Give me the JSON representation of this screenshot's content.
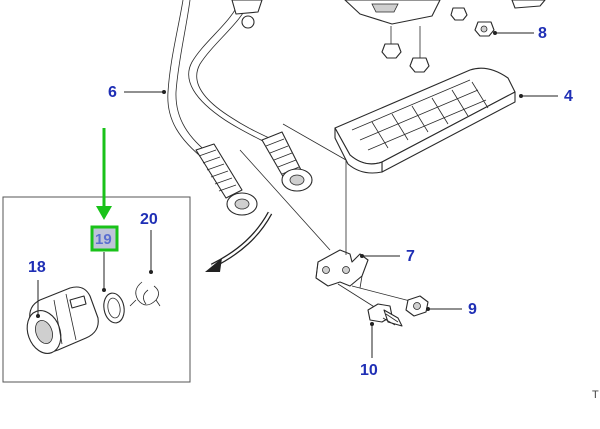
{
  "callouts": {
    "c4": "4",
    "c6": "6",
    "c7": "7",
    "c8": "8",
    "c9": "9",
    "c10": "10",
    "c18": "18",
    "c19": "19",
    "c20": "20"
  },
  "corner_mark": "T",
  "colors": {
    "callout_text": "#1f2fb5",
    "highlight_box": "#19c219",
    "highlight_arrow": "#19c219",
    "line_art": "#2a2a2a"
  }
}
